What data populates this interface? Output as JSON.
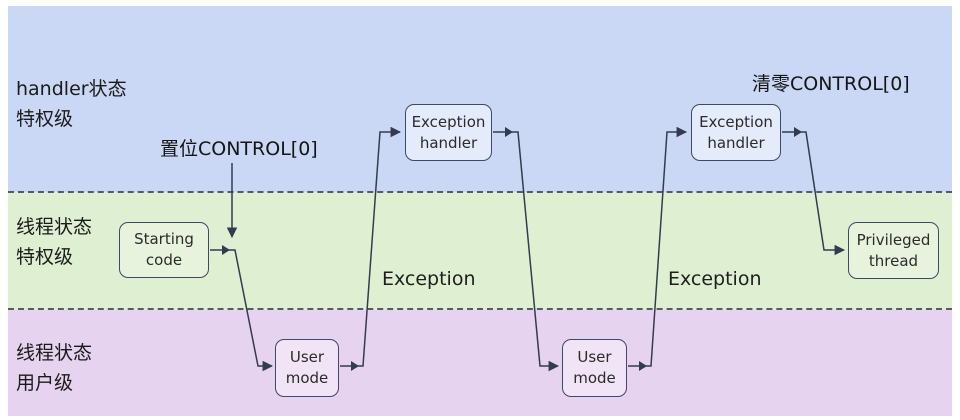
{
  "lanes": {
    "handler": "handler状态\n特权级",
    "thread_privileged": "线程状态\n特权级",
    "thread_user": "线程状态\n用户级"
  },
  "nodes": {
    "starting_code": "Starting\ncode",
    "exception_handler_1": "Exception\nhandler",
    "user_mode_1": "User\nmode",
    "user_mode_2": "User\nmode",
    "exception_handler_2": "Exception\nhandler",
    "privileged_thread": "Privileged\nthread"
  },
  "annotations": {
    "set_control": "置位CONTROL[0]",
    "clear_control": "清零CONTROL[0]"
  },
  "transitions": {
    "exception_1": "Exception",
    "exception_2": "Exception"
  },
  "colors": {
    "handler_band": "#cad7f5",
    "thread_privileged_band": "#dff0d2",
    "thread_user_band": "#e6d3ef",
    "line": "#333b4e"
  }
}
